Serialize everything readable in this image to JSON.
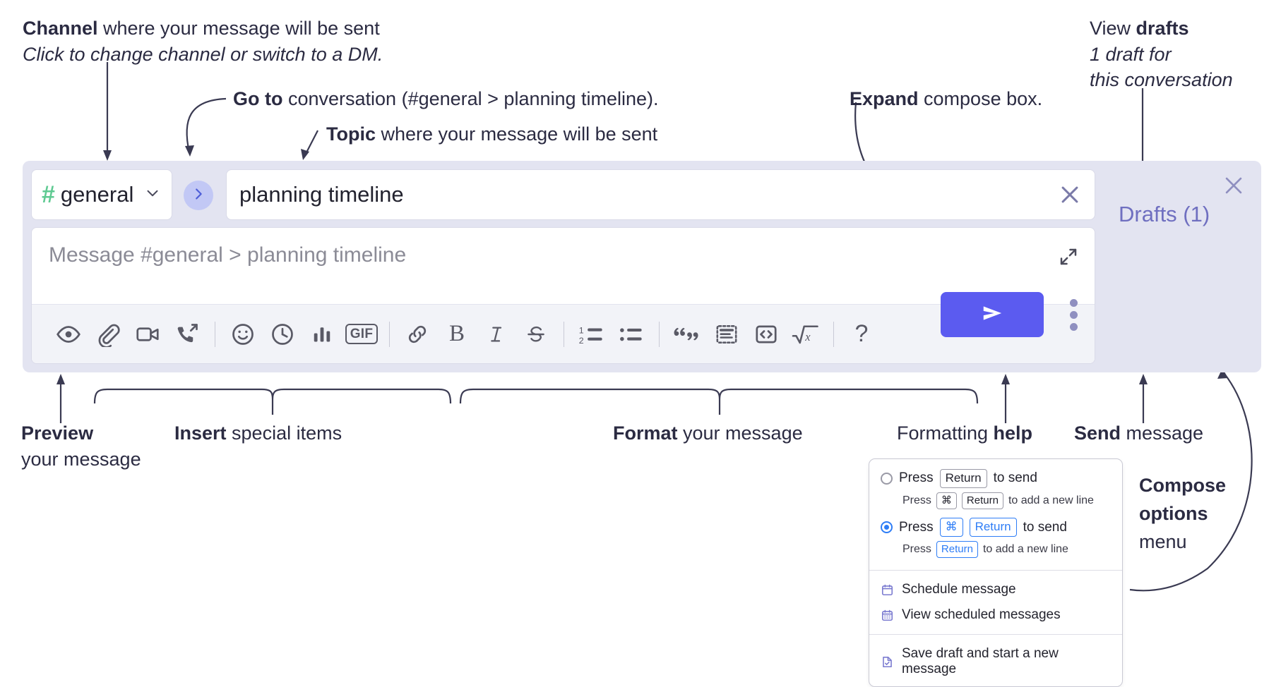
{
  "annotations": {
    "channel_title_bold": "Channel",
    "channel_title_rest": " where your message will be sent",
    "channel_sub": "Click to change channel or switch to a DM.",
    "goto_bold": "Go to",
    "goto_rest": " conversation (#general > planning timeline).",
    "topic_bold": "Topic",
    "topic_rest": " where your message will be sent",
    "expand_bold": "Expand",
    "expand_rest": " compose box.",
    "drafts_bold_pre": "View ",
    "drafts_bold": "drafts",
    "drafts_sub_line1": "1 draft for",
    "drafts_sub_line2": "this conversation",
    "preview_bold": "Preview",
    "preview_line2": "your message",
    "insert_bold": "Insert",
    "insert_rest": " special items",
    "format_bold": "Format",
    "format_rest": " your message",
    "help_pre": "Formatting ",
    "help_bold": "help",
    "send_bold": "Send",
    "send_rest": " message",
    "compose_opts_bold_l1": "Compose",
    "compose_opts_bold_l2": "options",
    "compose_opts_l3": "menu"
  },
  "compose": {
    "channel": {
      "hash_icon": "hash-icon",
      "name": "general",
      "chevron_icon": "chevron-down-icon"
    },
    "goto": {
      "icon": "chevron-right-icon"
    },
    "topic": {
      "value": "planning timeline",
      "clear_icon": "close-icon"
    },
    "message": {
      "placeholder": "Message #general > planning timeline",
      "expand_icon": "expand-icon"
    },
    "toolbar": [
      {
        "name": "preview-icon",
        "glyph": "eye"
      },
      {
        "name": "attachment-icon",
        "glyph": "paperclip"
      },
      {
        "name": "video-icon",
        "glyph": "video"
      },
      {
        "name": "huddle-icon",
        "glyph": "phone"
      },
      {
        "name": "separator-1",
        "glyph": "sep"
      },
      {
        "name": "emoji-icon",
        "glyph": "smiley"
      },
      {
        "name": "reminder-icon",
        "glyph": "clock"
      },
      {
        "name": "poll-icon",
        "glyph": "bars"
      },
      {
        "name": "gif-icon",
        "glyph": "gif",
        "label": "GIF"
      },
      {
        "name": "separator-2",
        "glyph": "sep"
      },
      {
        "name": "link-icon",
        "glyph": "link"
      },
      {
        "name": "bold-icon",
        "glyph": "bold",
        "label": "B"
      },
      {
        "name": "italic-icon",
        "glyph": "italic",
        "label": "I"
      },
      {
        "name": "strikethrough-icon",
        "glyph": "strike"
      },
      {
        "name": "separator-3",
        "glyph": "sep"
      },
      {
        "name": "ordered-list-icon",
        "glyph": "ol"
      },
      {
        "name": "bulleted-list-icon",
        "glyph": "ul"
      },
      {
        "name": "separator-4",
        "glyph": "sep"
      },
      {
        "name": "blockquote-icon",
        "glyph": "quote"
      },
      {
        "name": "code-block-icon",
        "glyph": "codeblock"
      },
      {
        "name": "code-icon",
        "glyph": "code"
      },
      {
        "name": "math-icon",
        "glyph": "math"
      },
      {
        "name": "separator-5",
        "glyph": "sep"
      },
      {
        "name": "formatting-help-icon",
        "glyph": "question",
        "label": "?"
      }
    ],
    "drafts_label": "Drafts (1)",
    "panel_close_icon": "close-icon",
    "send_icon": "send-icon",
    "compose_options_icon": "kebab-menu-icon"
  },
  "options_menu": {
    "rows": [
      {
        "selected": false,
        "pre": "Press",
        "keys": [
          "Return"
        ],
        "post": "to send",
        "sub_pre": "Press",
        "sub_keys": [
          "⌘",
          "Return"
        ],
        "sub_post": "to add a new line"
      },
      {
        "selected": true,
        "pre": "Press",
        "keys": [
          "⌘",
          "Return"
        ],
        "post": "to send",
        "sub_pre": "Press",
        "sub_keys": [
          "Return"
        ],
        "sub_post": "to add a new line"
      }
    ],
    "items": [
      {
        "icon": "calendar-icon",
        "label": "Schedule message"
      },
      {
        "icon": "calendar-grid-icon",
        "label": "View scheduled messages"
      },
      {
        "icon": "save-draft-icon",
        "label": "Save draft and start a new message"
      }
    ]
  },
  "colors": {
    "panel_bg": "#e3e4f1",
    "hash_green": "#5fca92",
    "send_blue": "#5b5bf0",
    "drafts_purple": "#6f6fc0",
    "goto_circle": "#c2c8f5",
    "accent_blue": "#2e7df6"
  }
}
